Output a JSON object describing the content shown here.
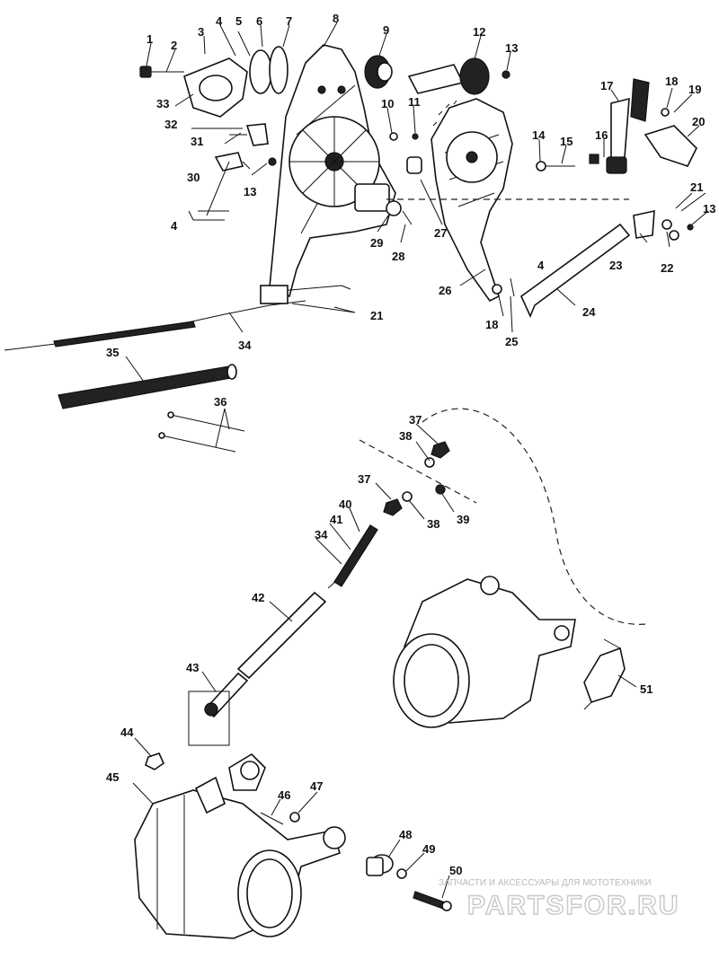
{
  "callouts": [
    "1",
    "2",
    "3",
    "4",
    "5",
    "6",
    "7",
    "8",
    "9",
    "10",
    "11",
    "12",
    "13",
    "14",
    "15",
    "16",
    "17",
    "18",
    "19",
    "20",
    "21",
    "22",
    "23",
    "24",
    "25",
    "26",
    "27",
    "28",
    "29",
    "30",
    "31",
    "32",
    "33",
    "34",
    "35",
    "36",
    "37",
    "38",
    "39",
    "40",
    "41",
    "42",
    "43",
    "44",
    "45",
    "46",
    "47",
    "48",
    "49",
    "50",
    "51"
  ],
  "watermark": {
    "tagline": "ЗАПЧАСТИ И АКСЕССУАРЫ ДЛЯ МОТОТЕХНИКИ",
    "brand": "PARTSFOR.RU"
  }
}
